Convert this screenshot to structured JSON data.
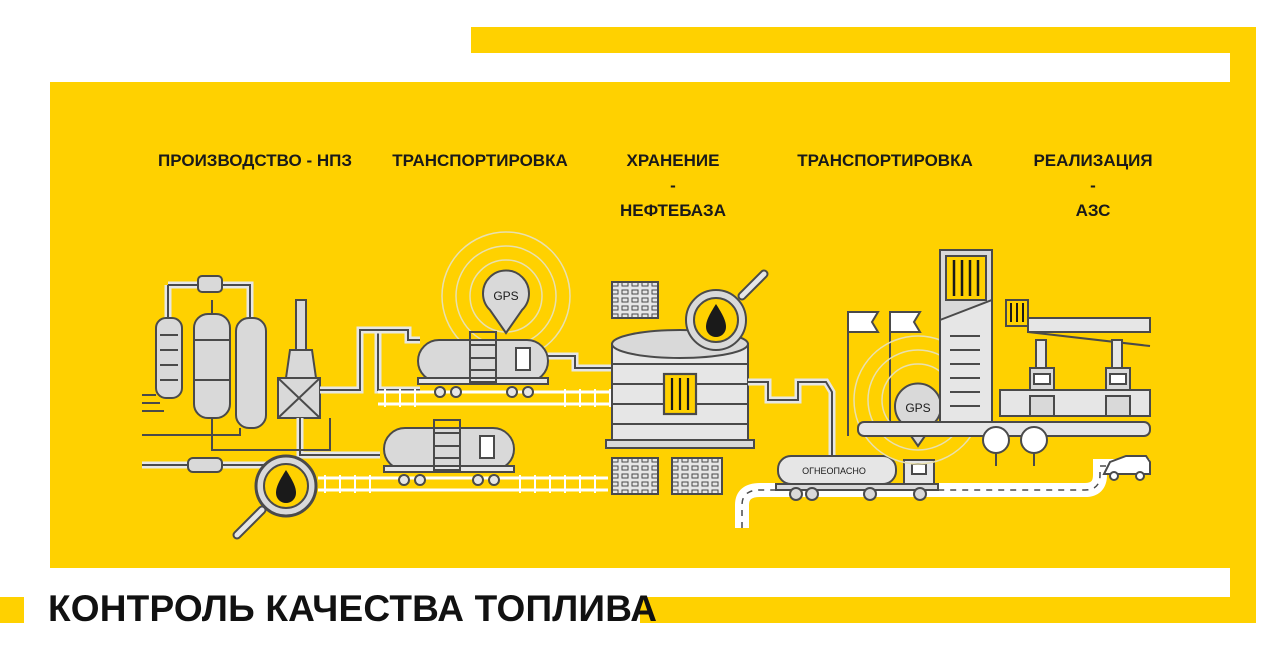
{
  "stages": [
    {
      "line1": "ПРОИЗВОДСТВО - НПЗ",
      "line2": "",
      "line3": ""
    },
    {
      "line1": "ТРАНСПОРТИРОВКА",
      "line2": "",
      "line3": ""
    },
    {
      "line1": "ХРАНЕНИЕ",
      "line2": "-",
      "line3": "НЕФТЕБАЗА"
    },
    {
      "line1": "ТРАНСПОРТИРОВКА",
      "line2": "",
      "line3": ""
    },
    {
      "line1": "РЕАЛИЗАЦИЯ",
      "line2": "-",
      "line3": "АЗС"
    }
  ],
  "gps_label": "GPS",
  "truck_label": "ОГНЕОПАСНО",
  "caption": "КОНТРОЛЬ КАЧЕСТВА ТОПЛИВА",
  "colors": {
    "brand_yellow": "#FFD100",
    "line_gray": "#4a4a4a",
    "fill_gray": "#d9d9d9",
    "white": "#ffffff",
    "dark": "#1a1a1a"
  }
}
